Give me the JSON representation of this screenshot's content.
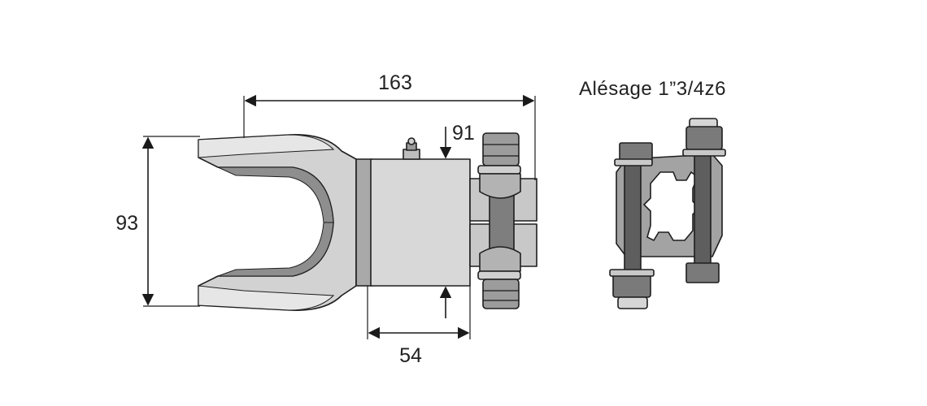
{
  "dimensions": {
    "overall_length": "163",
    "fork_height": "93",
    "hub_height": "91",
    "hub_length": "54"
  },
  "caption": {
    "bore": "Alésage 1”3/4z6"
  },
  "colors": {
    "light_grey": "#dcdcdc",
    "mid_grey": "#b4b4b4",
    "dark_grey": "#8c8c8c",
    "line": "#1e1e1e"
  }
}
